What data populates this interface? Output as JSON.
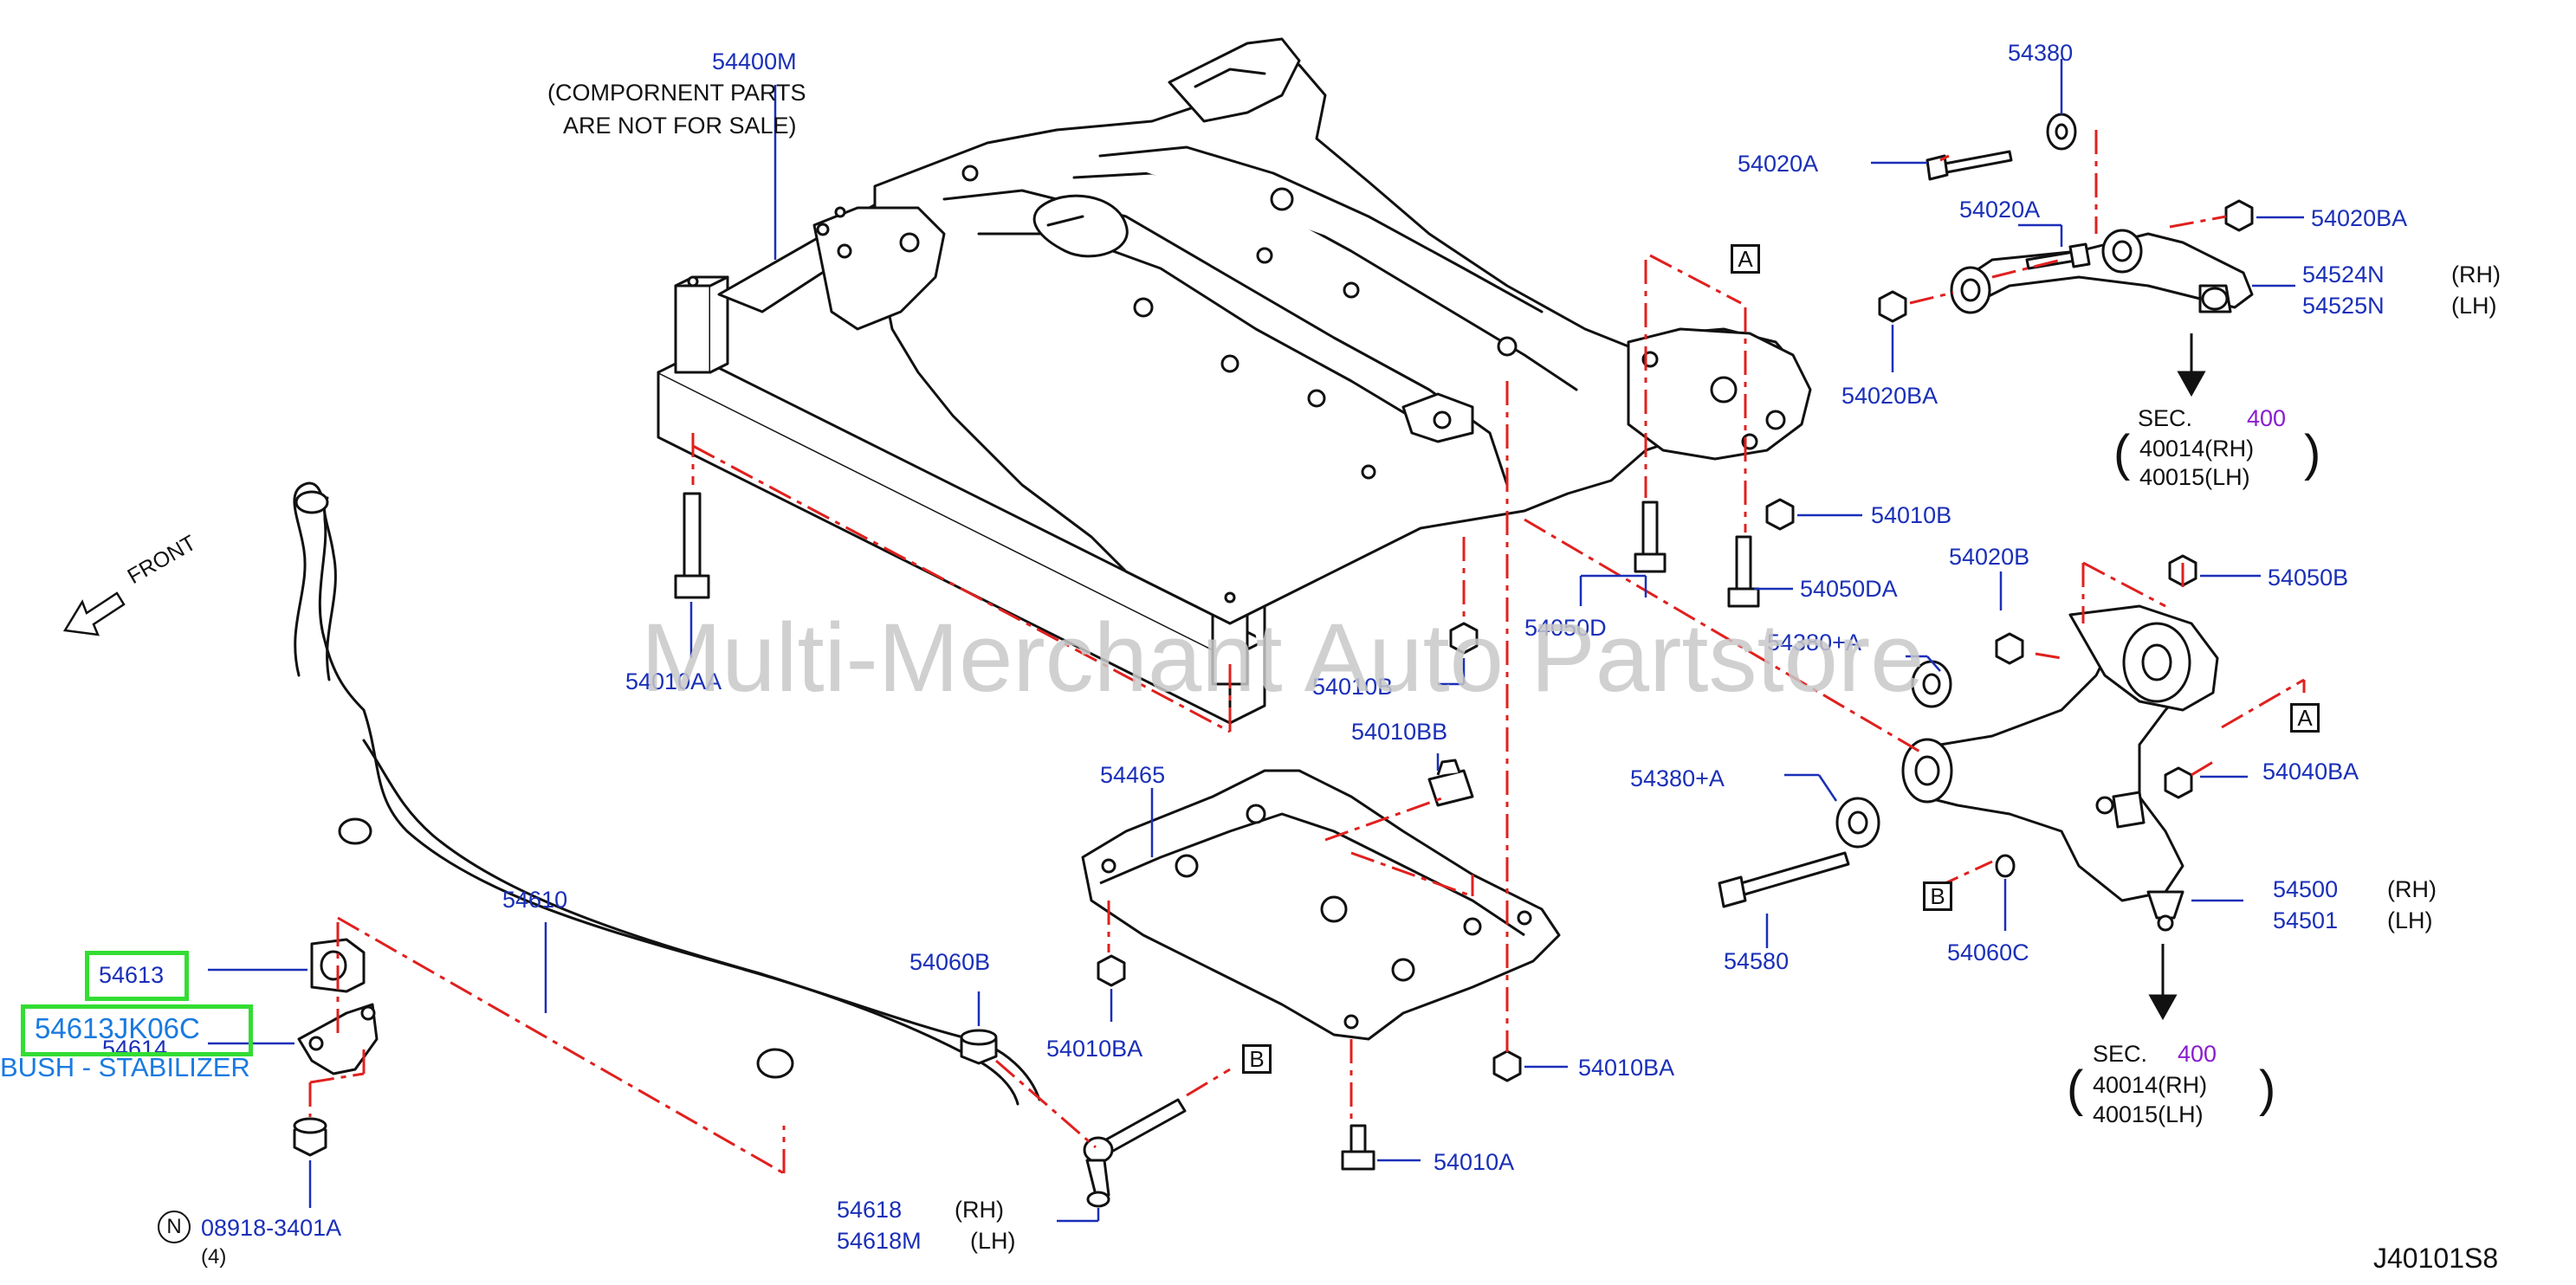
{
  "labels": {
    "p54400m": "54400M",
    "component_note_1": "(COMPORNENT   PARTS",
    "component_note_2": "ARE   NOT   FOR   SALE)",
    "p54380": "54380",
    "p54020a_left": "54020A",
    "p54020a_mid": "54020A",
    "p54020ba_right": "54020BA",
    "p54524n": "54524N",
    "p54525n": "54525N",
    "rh_1": "(RH)",
    "lh_1": "(LH)",
    "p54020ba_lower": "54020BA",
    "sec_upper": "SEC.",
    "sec_upper_num": "400",
    "p40014_upper": "40014(RH)",
    "p40015_upper": "40015(LH)",
    "p54010b_right": "54010B",
    "p54050da": "54050DA",
    "p54050d": "54050D",
    "p54020b": "54020B",
    "p54050b": "54050B",
    "p54380a_upper": "54380+A",
    "p54010b_mid": "54010B",
    "p54010aa": "54010AA",
    "front": "FRONT",
    "watermark": "Multi-Merchant Auto Partstore",
    "p54010bb": "54010BB",
    "p54465": "54465",
    "p54380a_lower": "54380+A",
    "p54040ba": "54040BA",
    "p54610": "54610",
    "p54613": "54613",
    "p54613jk06c": "54613JK06C",
    "p54614": "54614",
    "bush_stabilizer": "BUSH - STABILIZER",
    "p54060b": "54060B",
    "p54010ba_left": "54010BA",
    "p54580": "54580",
    "p54060c": "54060C",
    "p54500": "54500",
    "p54501": "54501",
    "rh_2": "(RH)",
    "lh_2": "(LH)",
    "sec_lower": "SEC.",
    "sec_lower_num": "400",
    "p40014_lower": "40014(RH)",
    "p40015_lower": "40015(LH)",
    "p54010ba_right": "54010BA",
    "p54010a": "54010A",
    "p54618": "54618",
    "p54618m": "54618M",
    "rh_3": "(RH)",
    "lh_3": "(LH)",
    "n_symbol": "N",
    "p08918": "08918-3401A",
    "qty_4": "(4)",
    "diagram_code": "J40101S8",
    "box_a_upper": "A",
    "box_a_right": "A",
    "box_b_lower": "B",
    "box_b_bottom": "B"
  },
  "colors": {
    "label_blue": "#1a2fb8",
    "purple": "#8a1ccf",
    "red_dash": "#e0201e",
    "highlight_green": "#33dd33",
    "bush_blue": "#1a7ae0",
    "line_black": "#111111"
  }
}
